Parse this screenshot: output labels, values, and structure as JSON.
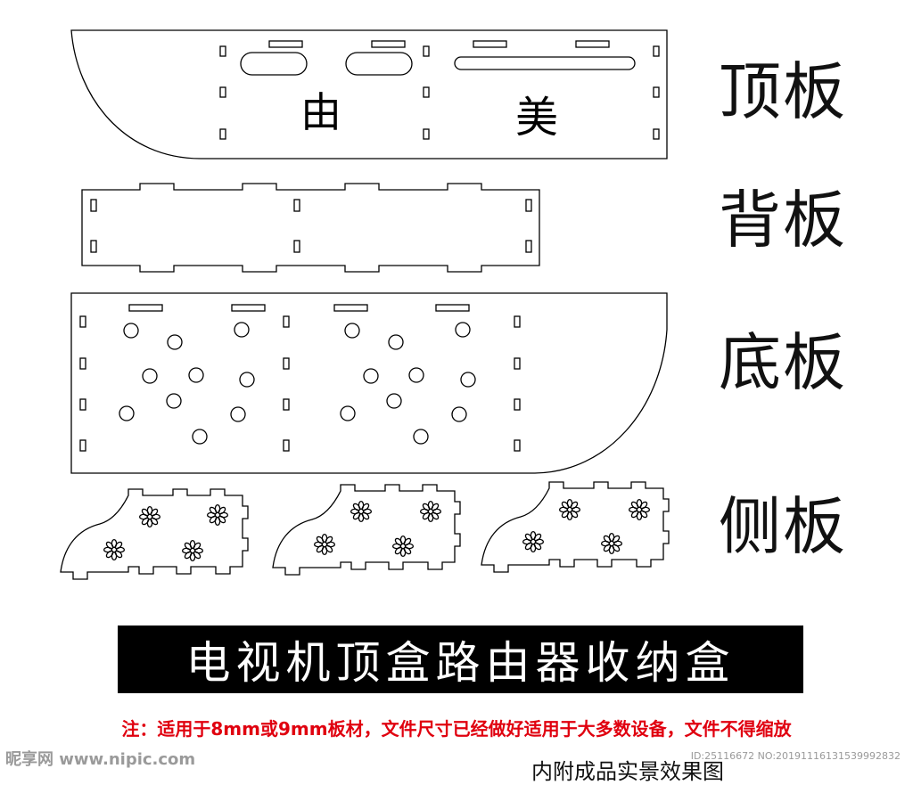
{
  "panels": {
    "top": {
      "label": "顶板",
      "engraving": [
        "由",
        "美"
      ]
    },
    "back": {
      "label": "背板"
    },
    "bottom": {
      "label": "底板"
    },
    "side": {
      "label": "侧板"
    }
  },
  "title": "电视机顶盒路由器收纳盒",
  "note": "注：适用于8mm或9mm板材，文件尺寸已经做好适用于大多数设备，文件不得缩放",
  "subtitle": "内附成品实景效果图",
  "watermark": {
    "site": "昵享网 www.nipic.com",
    "id": "ID:25116672 NO:20191116131539992832"
  }
}
